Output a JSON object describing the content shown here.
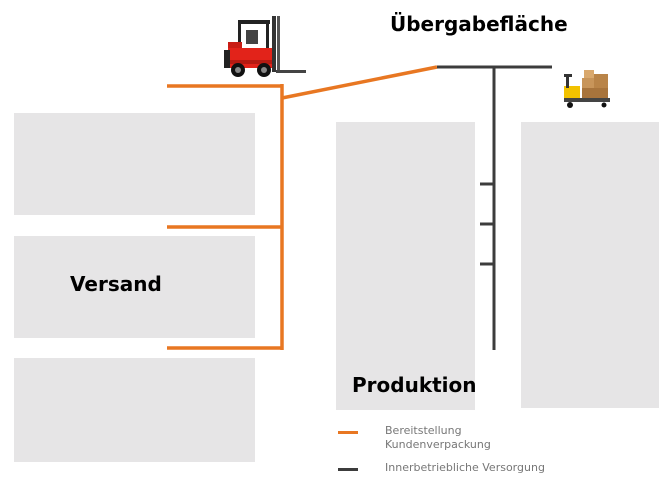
{
  "diagram": {
    "title": "Übergabefläche",
    "area_versand": "Versand",
    "area_produktion": "Produktion",
    "colors": {
      "orange": "#e87722",
      "dark": "#3c3c3c",
      "block": "#e6e5e6"
    }
  },
  "legend": {
    "orange_line1": "Bereitstellung",
    "orange_line2": "Kundenverpackung",
    "dark_line": "Innerbetriebliche Versorgung"
  },
  "icons": {
    "forklift": "forklift-icon",
    "pallet_truck": "pallet-truck-icon"
  }
}
